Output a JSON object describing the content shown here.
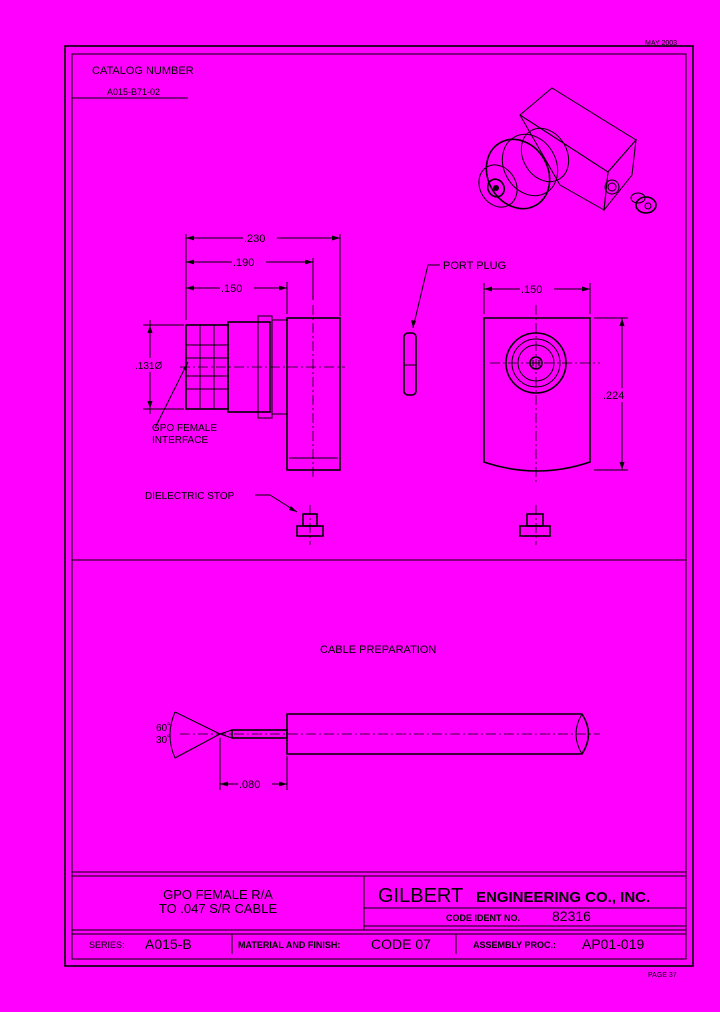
{
  "date": "MAY 2003",
  "page": "PAGE 37",
  "catalog": {
    "label": "CATALOG NUMBER",
    "number": "A015-B71-02"
  },
  "dims": {
    "d230": ".230",
    "d190": ".190",
    "d150_side": ".150",
    "d131": ".131Ø",
    "d150_front": ".150",
    "d224": ".224",
    "d080": ".080",
    "a60": "60˚",
    "a30": "30˚"
  },
  "callouts": {
    "gpo_line1": "GPO FEMALE",
    "gpo_line2": "INTERFACE",
    "dielectric": "DIELECTRIC STOP",
    "port_plug": "PORT PLUG"
  },
  "cable_prep": "CABLE PREPARATION",
  "title_block": {
    "desc_line1": "GPO FEMALE R/A",
    "desc_line2": "TO .047 S/R CABLE",
    "company_big": "GILBERT",
    "company_rest": "ENGINEERING CO., INC.",
    "code_ident_label": "CODE IDENT NO.",
    "code_ident_value": "82316",
    "series_label": "SERIES:",
    "series_value": "A015-B",
    "material_label": "MATERIAL AND FINISH:",
    "material_value": "CODE 07",
    "assembly_label": "ASSEMBLY PROC.:",
    "assembly_value": "AP01-019"
  }
}
